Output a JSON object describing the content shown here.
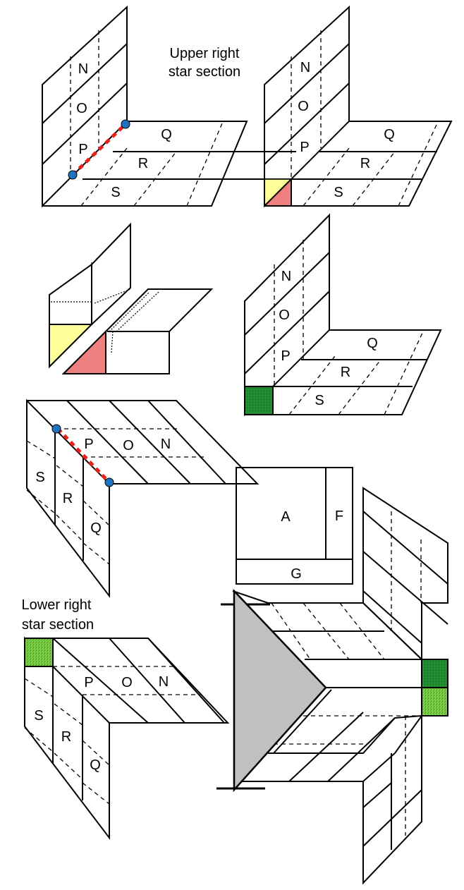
{
  "captions": {
    "upper_right": [
      "Upper right",
      "star section"
    ],
    "lower_right": [
      "Lower right",
      "star section"
    ]
  },
  "panel1": {
    "labels": [
      "N",
      "O",
      "P",
      "Q",
      "R",
      "S"
    ]
  },
  "panel2": {
    "labels": [
      "N",
      "O",
      "P",
      "Q",
      "R",
      "S"
    ]
  },
  "panel4": {
    "labels": [
      "N",
      "O",
      "P",
      "Q",
      "R",
      "S"
    ]
  },
  "panel5": {
    "labels": [
      "P",
      "O",
      "N",
      "S",
      "R",
      "Q"
    ]
  },
  "panel6": {
    "labels": [
      "P",
      "O",
      "N",
      "S",
      "R",
      "Q"
    ]
  },
  "block": {
    "labels": [
      "A",
      "F",
      "G"
    ]
  },
  "colors": {
    "fold_line": "#e8211b",
    "pin": "#1e73be",
    "yellow": "#ffff99",
    "pink": "#f08080",
    "dark_green": "#1f8a2e",
    "light_green": "#7fcf3f",
    "gray": "#c0c0c0"
  }
}
